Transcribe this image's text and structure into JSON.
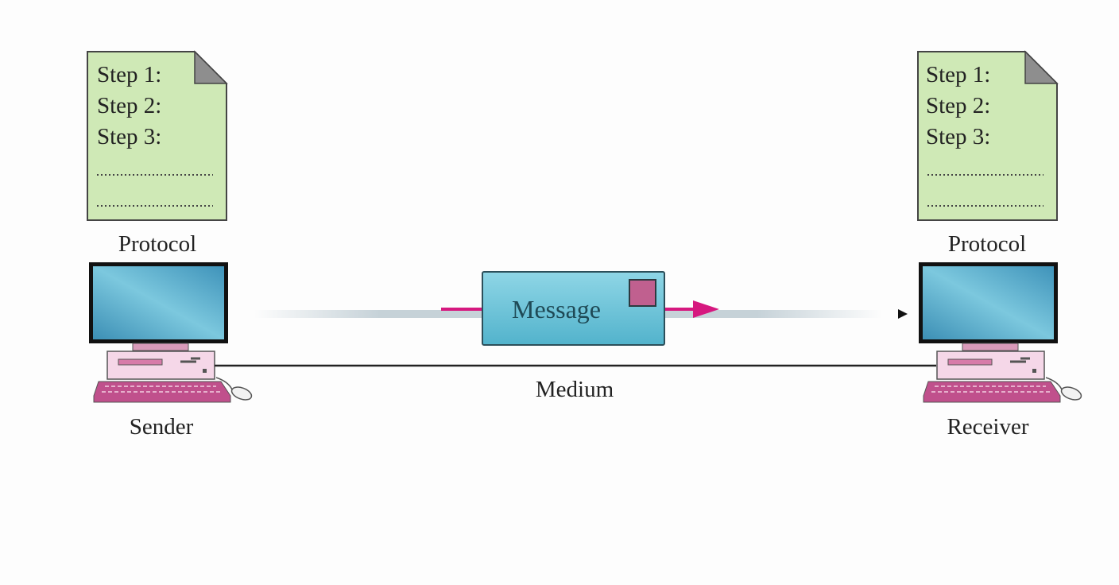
{
  "sender": {
    "protocol_steps": [
      "Step 1:",
      "Step 2:",
      "Step 3:"
    ],
    "protocol_label": "Protocol",
    "label": "Sender"
  },
  "receiver": {
    "protocol_steps": [
      "Step 1:",
      "Step 2:",
      "Step 3:"
    ],
    "protocol_label": "Protocol",
    "label": "Receiver"
  },
  "message": {
    "label": "Message"
  },
  "medium": {
    "label": "Medium"
  },
  "colors": {
    "document": "#cfe9b6",
    "screen": "#4d9fc2",
    "computer_pink": "#f5d7e8",
    "keyboard": "#c0508c",
    "message_box": "#6cc3d8",
    "arrow": "#d6187f"
  }
}
